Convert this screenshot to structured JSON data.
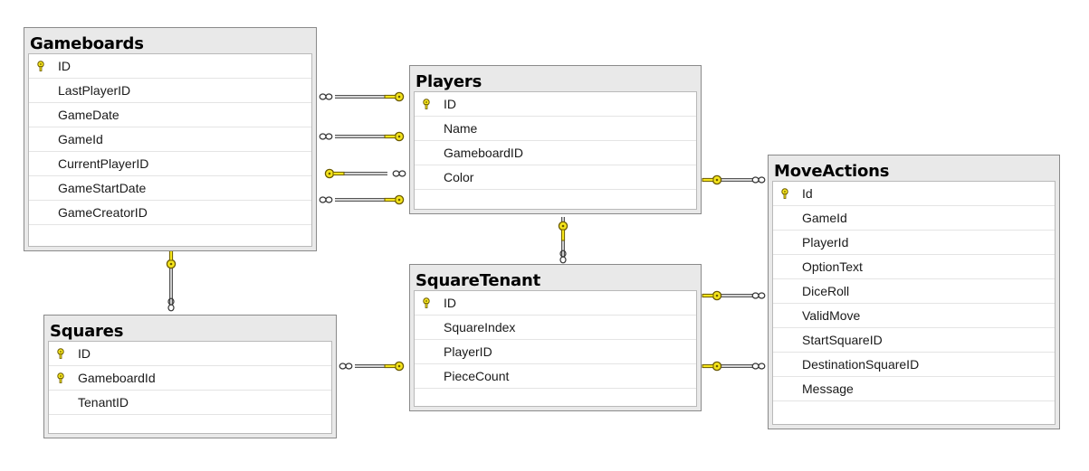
{
  "tables": {
    "gameboards": {
      "name": "Gameboards",
      "columns": [
        {
          "label": "ID",
          "pk": true
        },
        {
          "label": "LastPlayerID",
          "pk": false
        },
        {
          "label": "GameDate",
          "pk": false
        },
        {
          "label": "GameId",
          "pk": false
        },
        {
          "label": "CurrentPlayerID",
          "pk": false
        },
        {
          "label": "GameStartDate",
          "pk": false
        },
        {
          "label": "GameCreatorID",
          "pk": false
        }
      ]
    },
    "players": {
      "name": "Players",
      "columns": [
        {
          "label": "ID",
          "pk": true
        },
        {
          "label": "Name",
          "pk": false
        },
        {
          "label": "GameboardID",
          "pk": false
        },
        {
          "label": "Color",
          "pk": false
        }
      ]
    },
    "moveactions": {
      "name": "MoveActions",
      "columns": [
        {
          "label": "Id",
          "pk": true
        },
        {
          "label": "GameId",
          "pk": false
        },
        {
          "label": "PlayerId",
          "pk": false
        },
        {
          "label": "OptionText",
          "pk": false
        },
        {
          "label": "DiceRoll",
          "pk": false
        },
        {
          "label": "ValidMove",
          "pk": false
        },
        {
          "label": "StartSquareID",
          "pk": false
        },
        {
          "label": "DestinationSquareID",
          "pk": false
        },
        {
          "label": "Message",
          "pk": false
        }
      ]
    },
    "squaretenant": {
      "name": "SquareTenant",
      "columns": [
        {
          "label": "ID",
          "pk": true
        },
        {
          "label": "SquareIndex",
          "pk": false
        },
        {
          "label": "PlayerID",
          "pk": false
        },
        {
          "label": "PieceCount",
          "pk": false
        }
      ]
    },
    "squares": {
      "name": "Squares",
      "columns": [
        {
          "label": "ID",
          "pk": true
        },
        {
          "label": "GameboardId",
          "pk": true
        },
        {
          "label": "TenantID",
          "pk": false
        }
      ]
    }
  },
  "colors": {
    "key_fill": "#f5e51c",
    "key_stroke": "#6b5a00",
    "line": "#6a6a6a",
    "header": "#e9e9e9"
  },
  "icons": {
    "primary_key": "key-icon",
    "many_end": "infinity-icon"
  }
}
